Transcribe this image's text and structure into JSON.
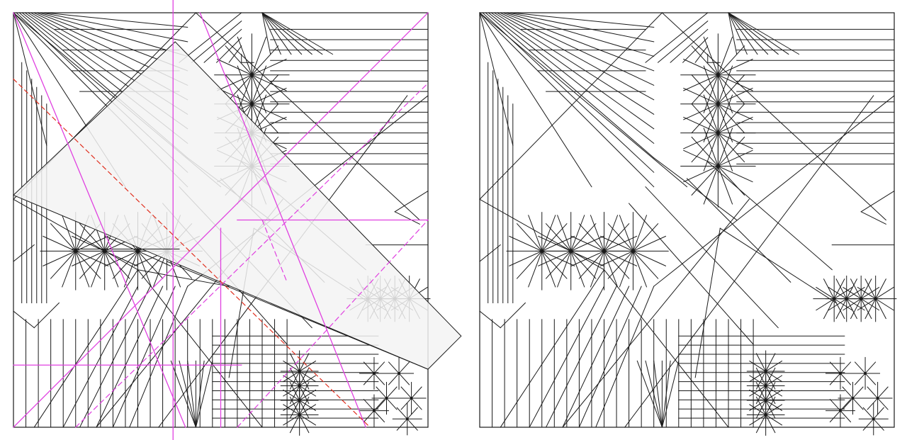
{
  "figure": {
    "panels": [
      {
        "name": "crease-pattern-annotated",
        "description_visible_text": "",
        "has_folded_flap_overlay": true,
        "guide_lines": [
          "magenta",
          "magenta-dashed",
          "red-dashed"
        ]
      },
      {
        "name": "crease-pattern-clean",
        "description_visible_text": "",
        "has_folded_flap_overlay": false,
        "guide_lines": []
      }
    ],
    "colors": {
      "background": "#ffffff",
      "crease": "#1a1a1a",
      "guide_solid": "#e040e0",
      "guide_dashed": "#e040e0",
      "reference_dashed": "#e03020",
      "flap_fill": "#f3f3f3",
      "flap_outline": "#1a1a1a"
    }
  }
}
